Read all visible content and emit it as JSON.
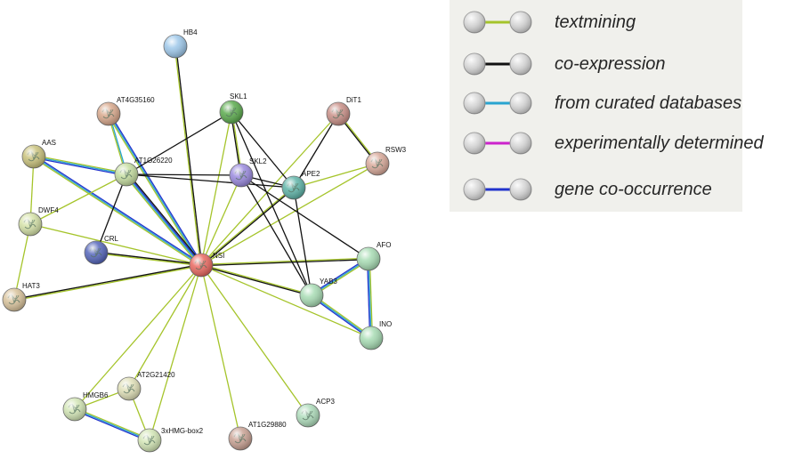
{
  "network": {
    "nodes": [
      {
        "id": "HB4",
        "label": "HB4",
        "color": "#9ec8ea",
        "icon": "none"
      },
      {
        "id": "AT4G35160",
        "label": "AT4G35160",
        "color": "#d8a88c",
        "icon": "protein-structure-icon"
      },
      {
        "id": "SKL1",
        "label": "SKL1",
        "color": "#5cab4e",
        "icon": "protein-structure-icon"
      },
      {
        "id": "DiT1",
        "label": "DiT1",
        "color": "#c99088",
        "icon": "protein-structure-icon"
      },
      {
        "id": "AAS",
        "label": "AAS",
        "color": "#c9c27c",
        "icon": "protein-structure-icon"
      },
      {
        "id": "AT1G26220",
        "label": "AT1G26220",
        "color": "#c5dda0",
        "icon": "protein-structure-icon"
      },
      {
        "id": "SKL2",
        "label": "SKL2",
        "color": "#9a8ade",
        "icon": "protein-structure-icon"
      },
      {
        "id": "APE2",
        "label": "APE2",
        "color": "#5fb4a8",
        "icon": "protein-structure-icon"
      },
      {
        "id": "RSW3",
        "label": "RSW3",
        "color": "#d8a99a",
        "icon": "protein-structure-icon"
      },
      {
        "id": "DWF4",
        "label": "DWF4",
        "color": "#d5e2a8",
        "icon": "protein-structure-icon"
      },
      {
        "id": "CRL",
        "label": "CRL",
        "color": "#5566bb",
        "icon": "protein-structure-icon"
      },
      {
        "id": "NSI",
        "label": "NSI",
        "color": "#e96860",
        "icon": "protein-structure-icon"
      },
      {
        "id": "AFO",
        "label": "AFO",
        "color": "#a8dcb4",
        "icon": "none"
      },
      {
        "id": "YAB3",
        "label": "YAB3",
        "color": "#a8dcb4",
        "icon": "none"
      },
      {
        "id": "HAT3",
        "label": "HAT3",
        "color": "#d9c39c",
        "icon": "protein-structure-icon"
      },
      {
        "id": "INO",
        "label": "INO",
        "color": "#a8dcb4",
        "icon": "none"
      },
      {
        "id": "AT2G21420",
        "label": "AT2G21420",
        "color": "#e0e0b8",
        "icon": "protein-structure-icon"
      },
      {
        "id": "HMGB6",
        "label": "HMGB6",
        "color": "#d3e6b6",
        "icon": "protein-structure-icon"
      },
      {
        "id": "ACP3",
        "label": "ACP3",
        "color": "#aedcbb",
        "icon": "protein-structure-icon"
      },
      {
        "id": "3xHMG-box2",
        "label": "3xHMG-box2",
        "color": "#d3e6b6",
        "icon": "protein-structure-icon"
      },
      {
        "id": "AT1G29880",
        "label": "AT1G29880",
        "color": "#c9a294",
        "icon": "protein-structure-icon"
      }
    ],
    "edges": [
      {
        "source": "NSI",
        "target": "HB4",
        "evidence": [
          "textmining",
          "co-expression"
        ]
      },
      {
        "source": "NSI",
        "target": "AT4G35160",
        "evidence": [
          "textmining",
          "from_curated_databases",
          "gene_co_occurrence"
        ]
      },
      {
        "source": "NSI",
        "target": "SKL1",
        "evidence": [
          "textmining"
        ]
      },
      {
        "source": "NSI",
        "target": "DiT1",
        "evidence": [
          "textmining"
        ]
      },
      {
        "source": "NSI",
        "target": "AAS",
        "evidence": [
          "textmining",
          "from_curated_databases",
          "gene_co_occurrence"
        ]
      },
      {
        "source": "NSI",
        "target": "AT1G26220",
        "evidence": [
          "textmining",
          "from_curated_databases",
          "gene_co_occurrence",
          "co-expression"
        ]
      },
      {
        "source": "NSI",
        "target": "SKL2",
        "evidence": [
          "textmining"
        ]
      },
      {
        "source": "NSI",
        "target": "APE2",
        "evidence": [
          "textmining",
          "co-expression"
        ]
      },
      {
        "source": "NSI",
        "target": "RSW3",
        "evidence": [
          "textmining"
        ]
      },
      {
        "source": "NSI",
        "target": "DWF4",
        "evidence": [
          "textmining"
        ]
      },
      {
        "source": "NSI",
        "target": "CRL",
        "evidence": [
          "textmining",
          "co-expression"
        ]
      },
      {
        "source": "NSI",
        "target": "AFO",
        "evidence": [
          "textmining",
          "co-expression"
        ]
      },
      {
        "source": "NSI",
        "target": "YAB3",
        "evidence": [
          "textmining",
          "co-expression"
        ]
      },
      {
        "source": "NSI",
        "target": "HAT3",
        "evidence": [
          "textmining",
          "co-expression"
        ]
      },
      {
        "source": "NSI",
        "target": "INO",
        "evidence": [
          "textmining"
        ]
      },
      {
        "source": "NSI",
        "target": "AT2G21420",
        "evidence": [
          "textmining"
        ]
      },
      {
        "source": "NSI",
        "target": "HMGB6",
        "evidence": [
          "textmining"
        ]
      },
      {
        "source": "NSI",
        "target": "ACP3",
        "evidence": [
          "textmining"
        ]
      },
      {
        "source": "NSI",
        "target": "3xHMG-box2",
        "evidence": [
          "textmining"
        ]
      },
      {
        "source": "NSI",
        "target": "AT1G29880",
        "evidence": [
          "textmining"
        ]
      },
      {
        "source": "AAS",
        "target": "AT1G26220",
        "evidence": [
          "textmining",
          "from_curated_databases",
          "gene_co_occurrence"
        ]
      },
      {
        "source": "AAS",
        "target": "DWF4",
        "evidence": [
          "textmining"
        ]
      },
      {
        "source": "DWF4",
        "target": "HAT3",
        "evidence": [
          "textmining"
        ]
      },
      {
        "source": "DWF4",
        "target": "AT1G26220",
        "evidence": [
          "textmining"
        ]
      },
      {
        "source": "AT1G26220",
        "target": "CRL",
        "evidence": [
          "co-expression"
        ]
      },
      {
        "source": "AT1G26220",
        "target": "SKL1",
        "evidence": [
          "co-expression"
        ]
      },
      {
        "source": "AT1G26220",
        "target": "SKL2",
        "evidence": [
          "co-expression"
        ]
      },
      {
        "source": "AT1G26220",
        "target": "APE2",
        "evidence": [
          "co-expression"
        ]
      },
      {
        "source": "AT1G26220",
        "target": "AT4G35160",
        "evidence": [
          "textmining",
          "from_curated_databases"
        ]
      },
      {
        "source": "SKL1",
        "target": "SKL2",
        "evidence": [
          "textmining",
          "co-expression"
        ]
      },
      {
        "source": "SKL1",
        "target": "APE2",
        "evidence": [
          "co-expression"
        ]
      },
      {
        "source": "SKL1",
        "target": "YAB3",
        "evidence": [
          "co-expression"
        ]
      },
      {
        "source": "SKL2",
        "target": "APE2",
        "evidence": [
          "co-expression"
        ]
      },
      {
        "source": "SKL2",
        "target": "AFO",
        "evidence": [
          "co-expression"
        ]
      },
      {
        "source": "SKL2",
        "target": "YAB3",
        "evidence": [
          "co-expression"
        ]
      },
      {
        "source": "APE2",
        "target": "DiT1",
        "evidence": [
          "co-expression"
        ]
      },
      {
        "source": "APE2",
        "target": "RSW3",
        "evidence": [
          "textmining"
        ]
      },
      {
        "source": "APE2",
        "target": "YAB3",
        "evidence": [
          "co-expression"
        ]
      },
      {
        "source": "DiT1",
        "target": "RSW3",
        "evidence": [
          "textmining",
          "co-expression"
        ]
      },
      {
        "source": "AFO",
        "target": "YAB3",
        "evidence": [
          "textmining",
          "from_curated_databases",
          "gene_co_occurrence"
        ]
      },
      {
        "source": "AFO",
        "target": "INO",
        "evidence": [
          "textmining",
          "from_curated_databases",
          "gene_co_occurrence"
        ]
      },
      {
        "source": "YAB3",
        "target": "INO",
        "evidence": [
          "textmining",
          "from_curated_databases",
          "gene_co_occurrence"
        ]
      },
      {
        "source": "HMGB6",
        "target": "AT2G21420",
        "evidence": [
          "textmining"
        ]
      },
      {
        "source": "HMGB6",
        "target": "3xHMG-box2",
        "evidence": [
          "textmining",
          "from_curated_databases",
          "gene_co_occurrence"
        ]
      },
      {
        "source": "AT2G21420",
        "target": "3xHMG-box2",
        "evidence": [
          "textmining"
        ]
      }
    ]
  },
  "legend": {
    "items": [
      {
        "key": "textmining",
        "label": "textmining",
        "color": "#a5c42a"
      },
      {
        "key": "co-expression",
        "label": "co-expression",
        "color": "#111111"
      },
      {
        "key": "from_curated_databases",
        "label": "from curated databases",
        "color": "#29a4d0"
      },
      {
        "key": "experimentally_determined",
        "label": "experimentally determined",
        "color": "#cc22cc"
      },
      {
        "key": "gene_co_occurrence",
        "label": "gene co-occurrence",
        "color": "#2233cc"
      }
    ]
  }
}
